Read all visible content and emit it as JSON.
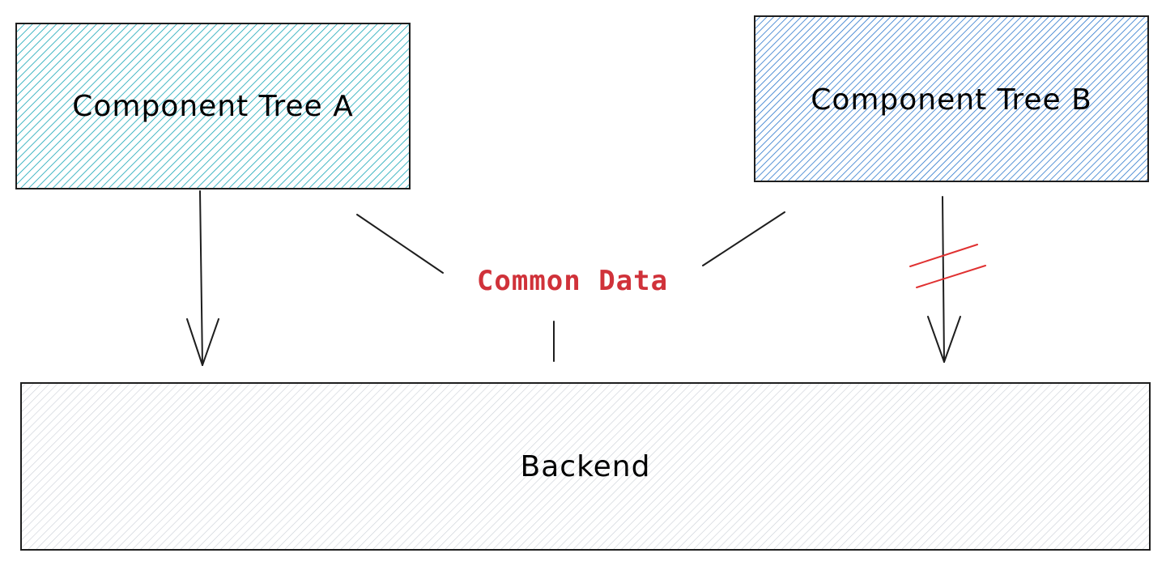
{
  "nodes": {
    "tree_a": {
      "label": "Component Tree A",
      "color": "#13a5b5"
    },
    "tree_b": {
      "label": "Component Tree B",
      "color": "#1f6fc9"
    },
    "backend": {
      "label": "Backend",
      "color": "#c9ced6"
    }
  },
  "center": {
    "label": "Common Data",
    "color": "#d0323a"
  },
  "strike_color": "#e03131"
}
